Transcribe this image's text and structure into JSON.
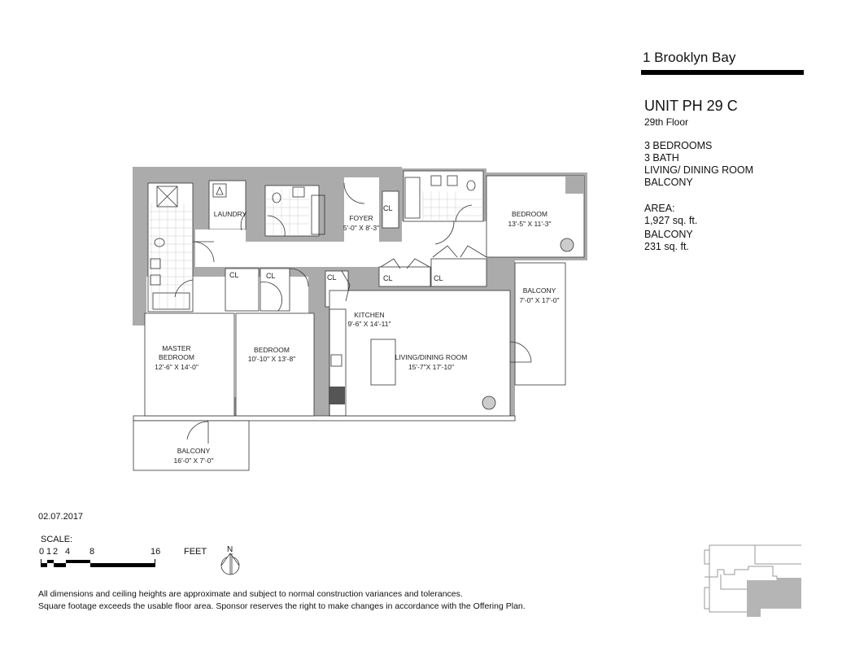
{
  "header": {
    "building": "1 Brooklyn Bay"
  },
  "unit": {
    "title": "UNIT PH 29 C",
    "floor": "29th Floor",
    "features": [
      "3 BEDROOMS",
      "3 BATH",
      "LIVING/ DINING ROOM",
      "BALCONY"
    ],
    "area_label": "AREA:",
    "area_value": "1,927 sq. ft.",
    "balcony_label": "BALCONY",
    "balcony_value": "231 sq. ft."
  },
  "plan": {
    "laundry": "LAUNDRY",
    "foyer": {
      "name": "FOYER",
      "dims": "5'-0\" X 8'-3\""
    },
    "bedroom_ne": {
      "name": "BEDROOM",
      "dims": "13'-5\" X 11'-3\""
    },
    "kitchen": {
      "name": "KITCHEN",
      "dims": "9'-6\" X 14'-11\""
    },
    "balcony_east": {
      "name": "BALCONY",
      "dims": "7'-0\" X 17'-0\""
    },
    "master": {
      "name1": "MASTER",
      "name2": "BEDROOM",
      "dims": "12'-6\" X 14'-0\""
    },
    "bedroom_mid": {
      "name": "BEDROOM",
      "dims": "10'-10\" X 13'-8\""
    },
    "living": {
      "name": "LIVING/DINING ROOM",
      "dims": "15'-7\"X 17'-10\""
    },
    "balcony_south": {
      "name": "BALCONY",
      "dims": "16'-0\" X 7'-0\""
    },
    "closet": "CL"
  },
  "footer": {
    "date": "02.07.2017",
    "scale_label": "SCALE:",
    "scale_ticks": [
      "0",
      "1",
      "2",
      "4",
      "8",
      "16"
    ],
    "scale_unit": "FEET",
    "north": "N",
    "disclaimer": [
      "All dimensions and ceiling heights are approximate and subject to normal construction variances and tolerances.",
      "Square footage exceeds the usable floor area. Sponsor reserves the right to make changes in accordance with the Offering Plan."
    ]
  },
  "colors": {
    "wall": "#ababab",
    "accent": "#000000"
  }
}
